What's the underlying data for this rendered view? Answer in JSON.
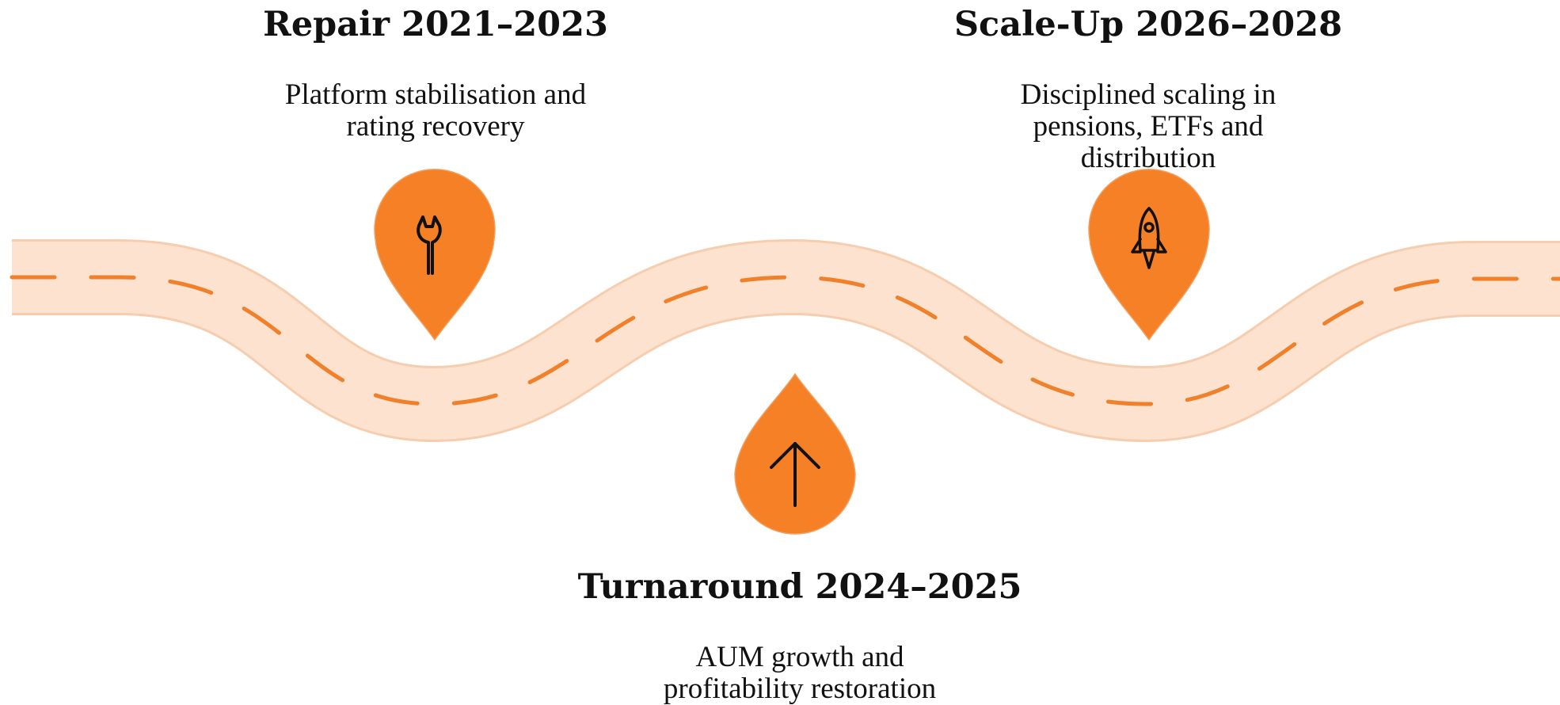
{
  "colors": {
    "road_fill": "#fce2cf",
    "road_edge": "#f6cdae",
    "road_dash": "#f0802a",
    "pin_fill": "#f58025",
    "pin_edge": "#f0a060",
    "icon_stroke": "#111111",
    "text": "#111111"
  },
  "stages": [
    {
      "id": "repair",
      "title": "Repair 2021–2023",
      "description": "Platform stabilisation and\nrating recovery",
      "icon": "wrench-icon",
      "pin_orientation": "point-down"
    },
    {
      "id": "turnaround",
      "title": "Turnaround 2024–2025",
      "description": "AUM growth and\nprofitability restoration",
      "icon": "arrow-up-icon",
      "pin_orientation": "point-up"
    },
    {
      "id": "scaleup",
      "title": "Scale-Up 2026–2028",
      "description": "Disciplined scaling in\npensions, ETFs  and\ndistribution",
      "icon": "rocket-icon",
      "pin_orientation": "point-down"
    }
  ]
}
